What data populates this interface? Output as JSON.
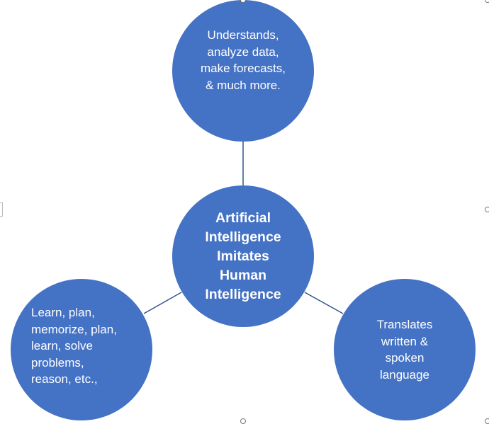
{
  "diagram": {
    "center": {
      "lines": [
        "Artificial",
        "Intelligence",
        "Imitates",
        "Human",
        "Intelligence"
      ]
    },
    "top": {
      "lines": [
        "Understands,",
        "analyze data,",
        "make forecasts,",
        "& much more."
      ]
    },
    "left": {
      "lines": [
        "Learn, plan,",
        "memorize, plan,",
        "learn, solve",
        "problems,",
        "reason, etc.,"
      ]
    },
    "right": {
      "lines": [
        "Translates",
        "written &",
        "spoken",
        "language"
      ]
    },
    "colors": {
      "fill": "#4472C4",
      "connector": "#2F528F"
    }
  }
}
